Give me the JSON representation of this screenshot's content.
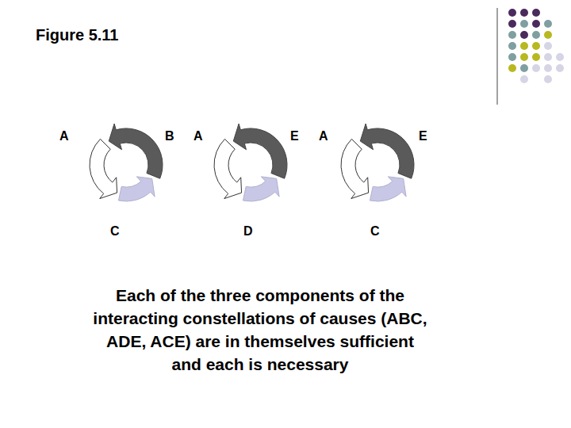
{
  "diagram": {
    "title": "Figure 5.11",
    "caption": "Each of the three components of the interacting constellations of causes (ABC, ADE, ACE) are in themselves sufficient and each is necessary",
    "labels": [
      "A",
      "B",
      "C",
      "A",
      "E",
      "D",
      "A",
      "E",
      "C"
    ]
  }
}
